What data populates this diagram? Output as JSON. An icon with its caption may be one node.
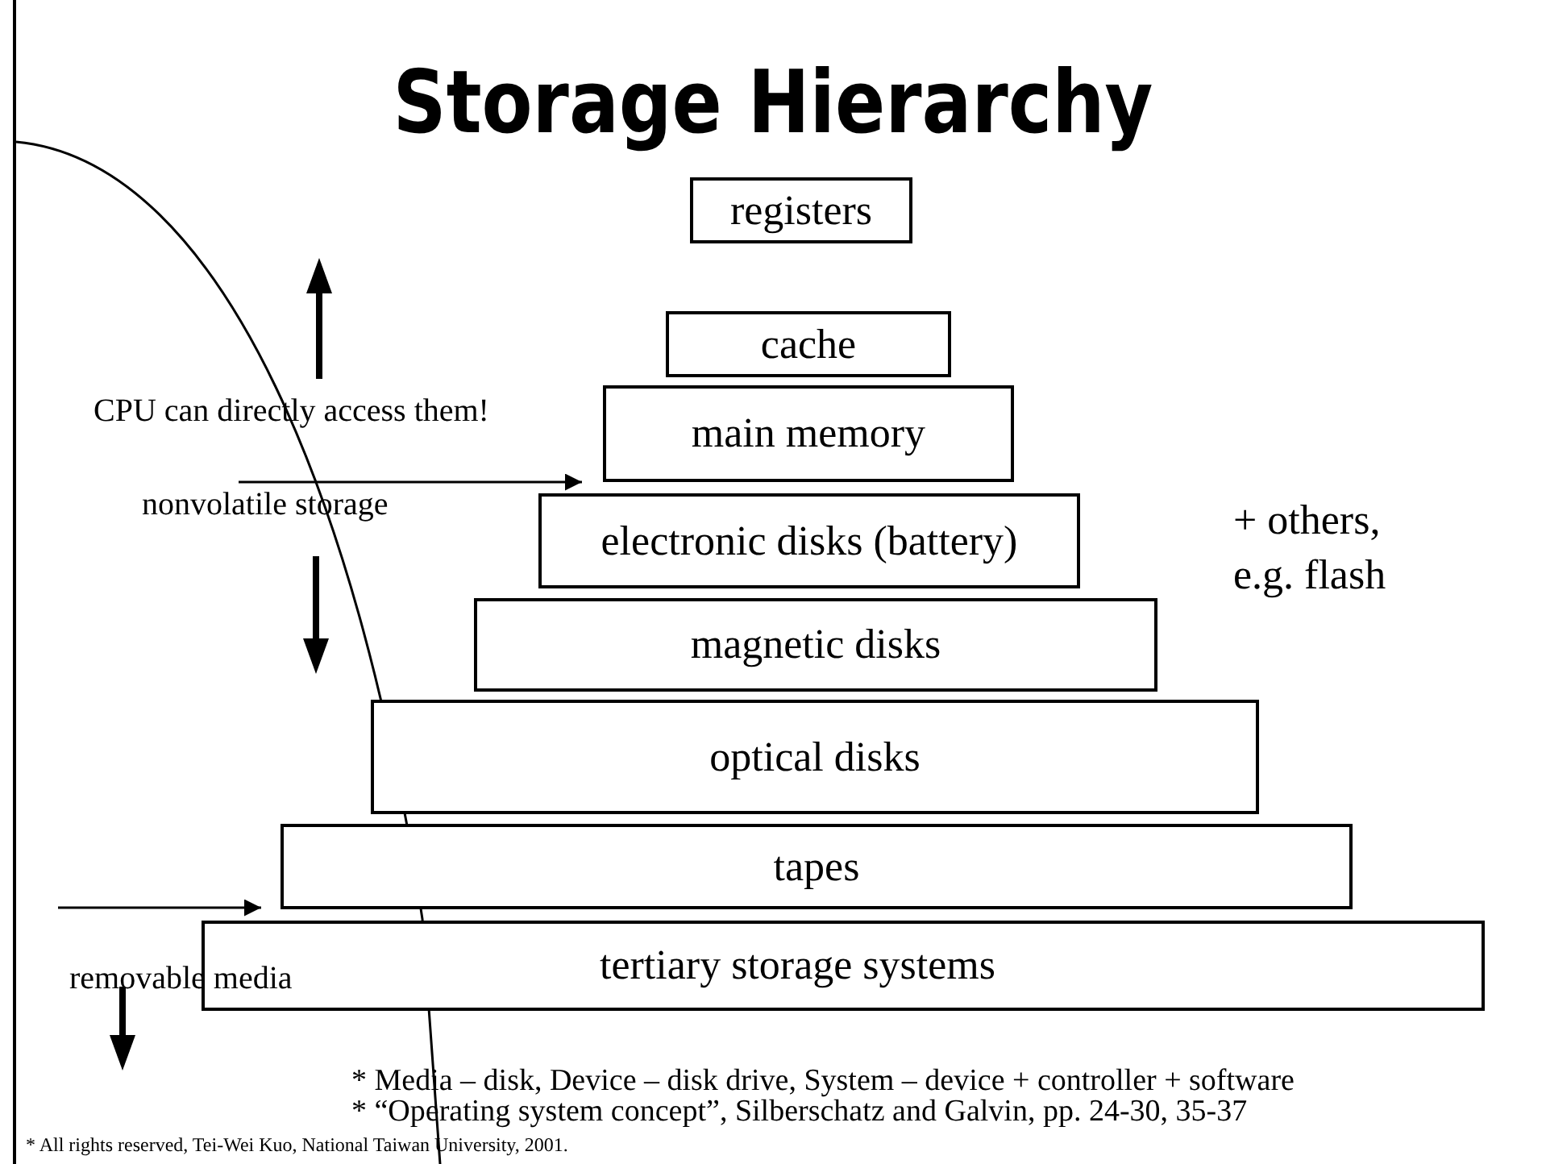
{
  "diagram": {
    "title": "Storage Hierarchy",
    "nodes": [
      {
        "text": [
          "registers"
        ]
      },
      {
        "text": [
          "cache"
        ]
      },
      {
        "text": [
          "main memory"
        ]
      },
      {
        "text": [
          "electronic disks (battery)"
        ]
      },
      {
        "text": [
          "magnetic disks"
        ]
      },
      {
        "text": [
          "optical disks"
        ]
      },
      {
        "text": [
          "tapes"
        ]
      },
      {
        "text": [
          "tertiary storage systems"
        ]
      }
    ],
    "edges": [],
    "labels": [
      "CPU can directly access them!",
      "nonvolatile storage",
      "+ others, e.g. flash",
      "removable media",
      "* Media – disk, Device – disk drive, System – device + controller + software",
      "* “Operating system concept”, Silberschatz and Galvin, pp. 24-30, 35-37",
      "* All rights reserved, Tei-Wei Kuo, National Taiwan University, 2001."
    ]
  }
}
